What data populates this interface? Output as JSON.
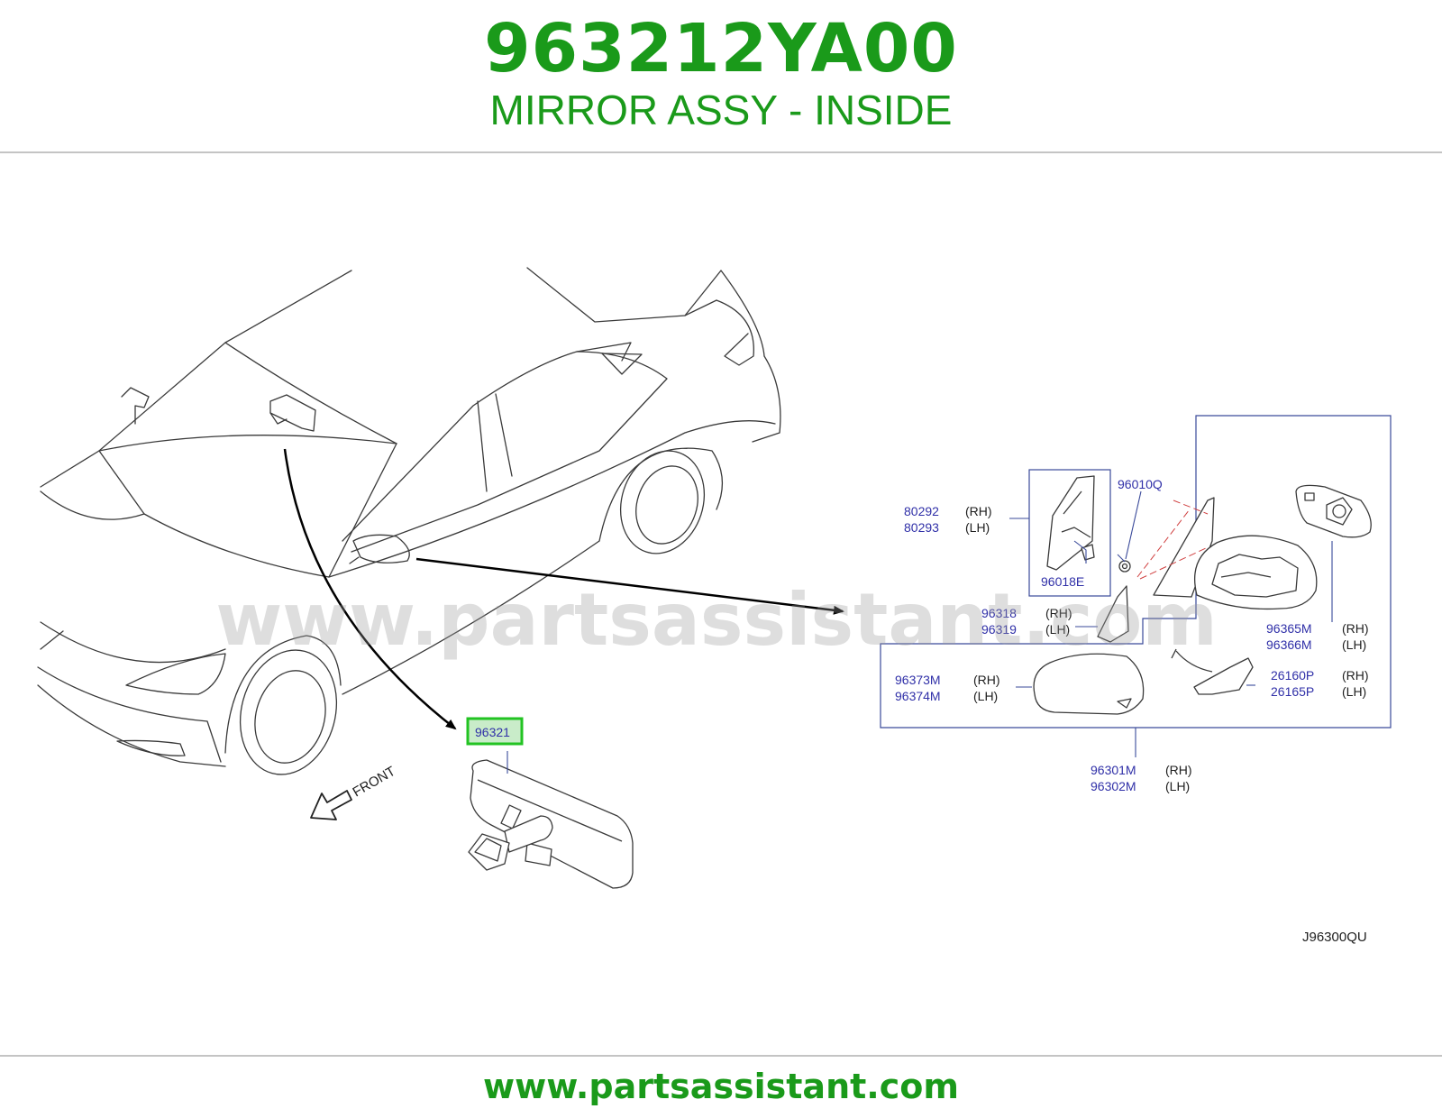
{
  "header": {
    "part_number": "963212YA00",
    "part_name": "MIRROR ASSY - INSIDE"
  },
  "footer": {
    "url": "www.partsassistant.com"
  },
  "watermark": "www.partsassistant.com",
  "diagram": {
    "front_label": "FRONT",
    "diagram_code": "J96300QU",
    "highlighted_part": "96321",
    "labels": [
      {
        "id": "80292",
        "side": "(RH)"
      },
      {
        "id": "80293",
        "side": "(LH)"
      },
      {
        "id": "96018E",
        "side": ""
      },
      {
        "id": "96010Q",
        "side": ""
      },
      {
        "id": "96318",
        "side": "(RH)"
      },
      {
        "id": "96319",
        "side": "(LH)"
      },
      {
        "id": "96365M",
        "side": "(RH)"
      },
      {
        "id": "96366M",
        "side": "(LH)"
      },
      {
        "id": "96373M",
        "side": "(RH)"
      },
      {
        "id": "96374M",
        "side": "(LH)"
      },
      {
        "id": "26160P",
        "side": "(RH)"
      },
      {
        "id": "26165P",
        "side": "(LH)"
      },
      {
        "id": "96301M",
        "side": "(RH)"
      },
      {
        "id": "96302M",
        "side": "(LH)"
      }
    ]
  },
  "colors": {
    "brand_green": "#1a9a1a",
    "label_blue": "#3030a8",
    "highlight_border": "#22c322",
    "highlight_fill": "#c9ecc9"
  }
}
